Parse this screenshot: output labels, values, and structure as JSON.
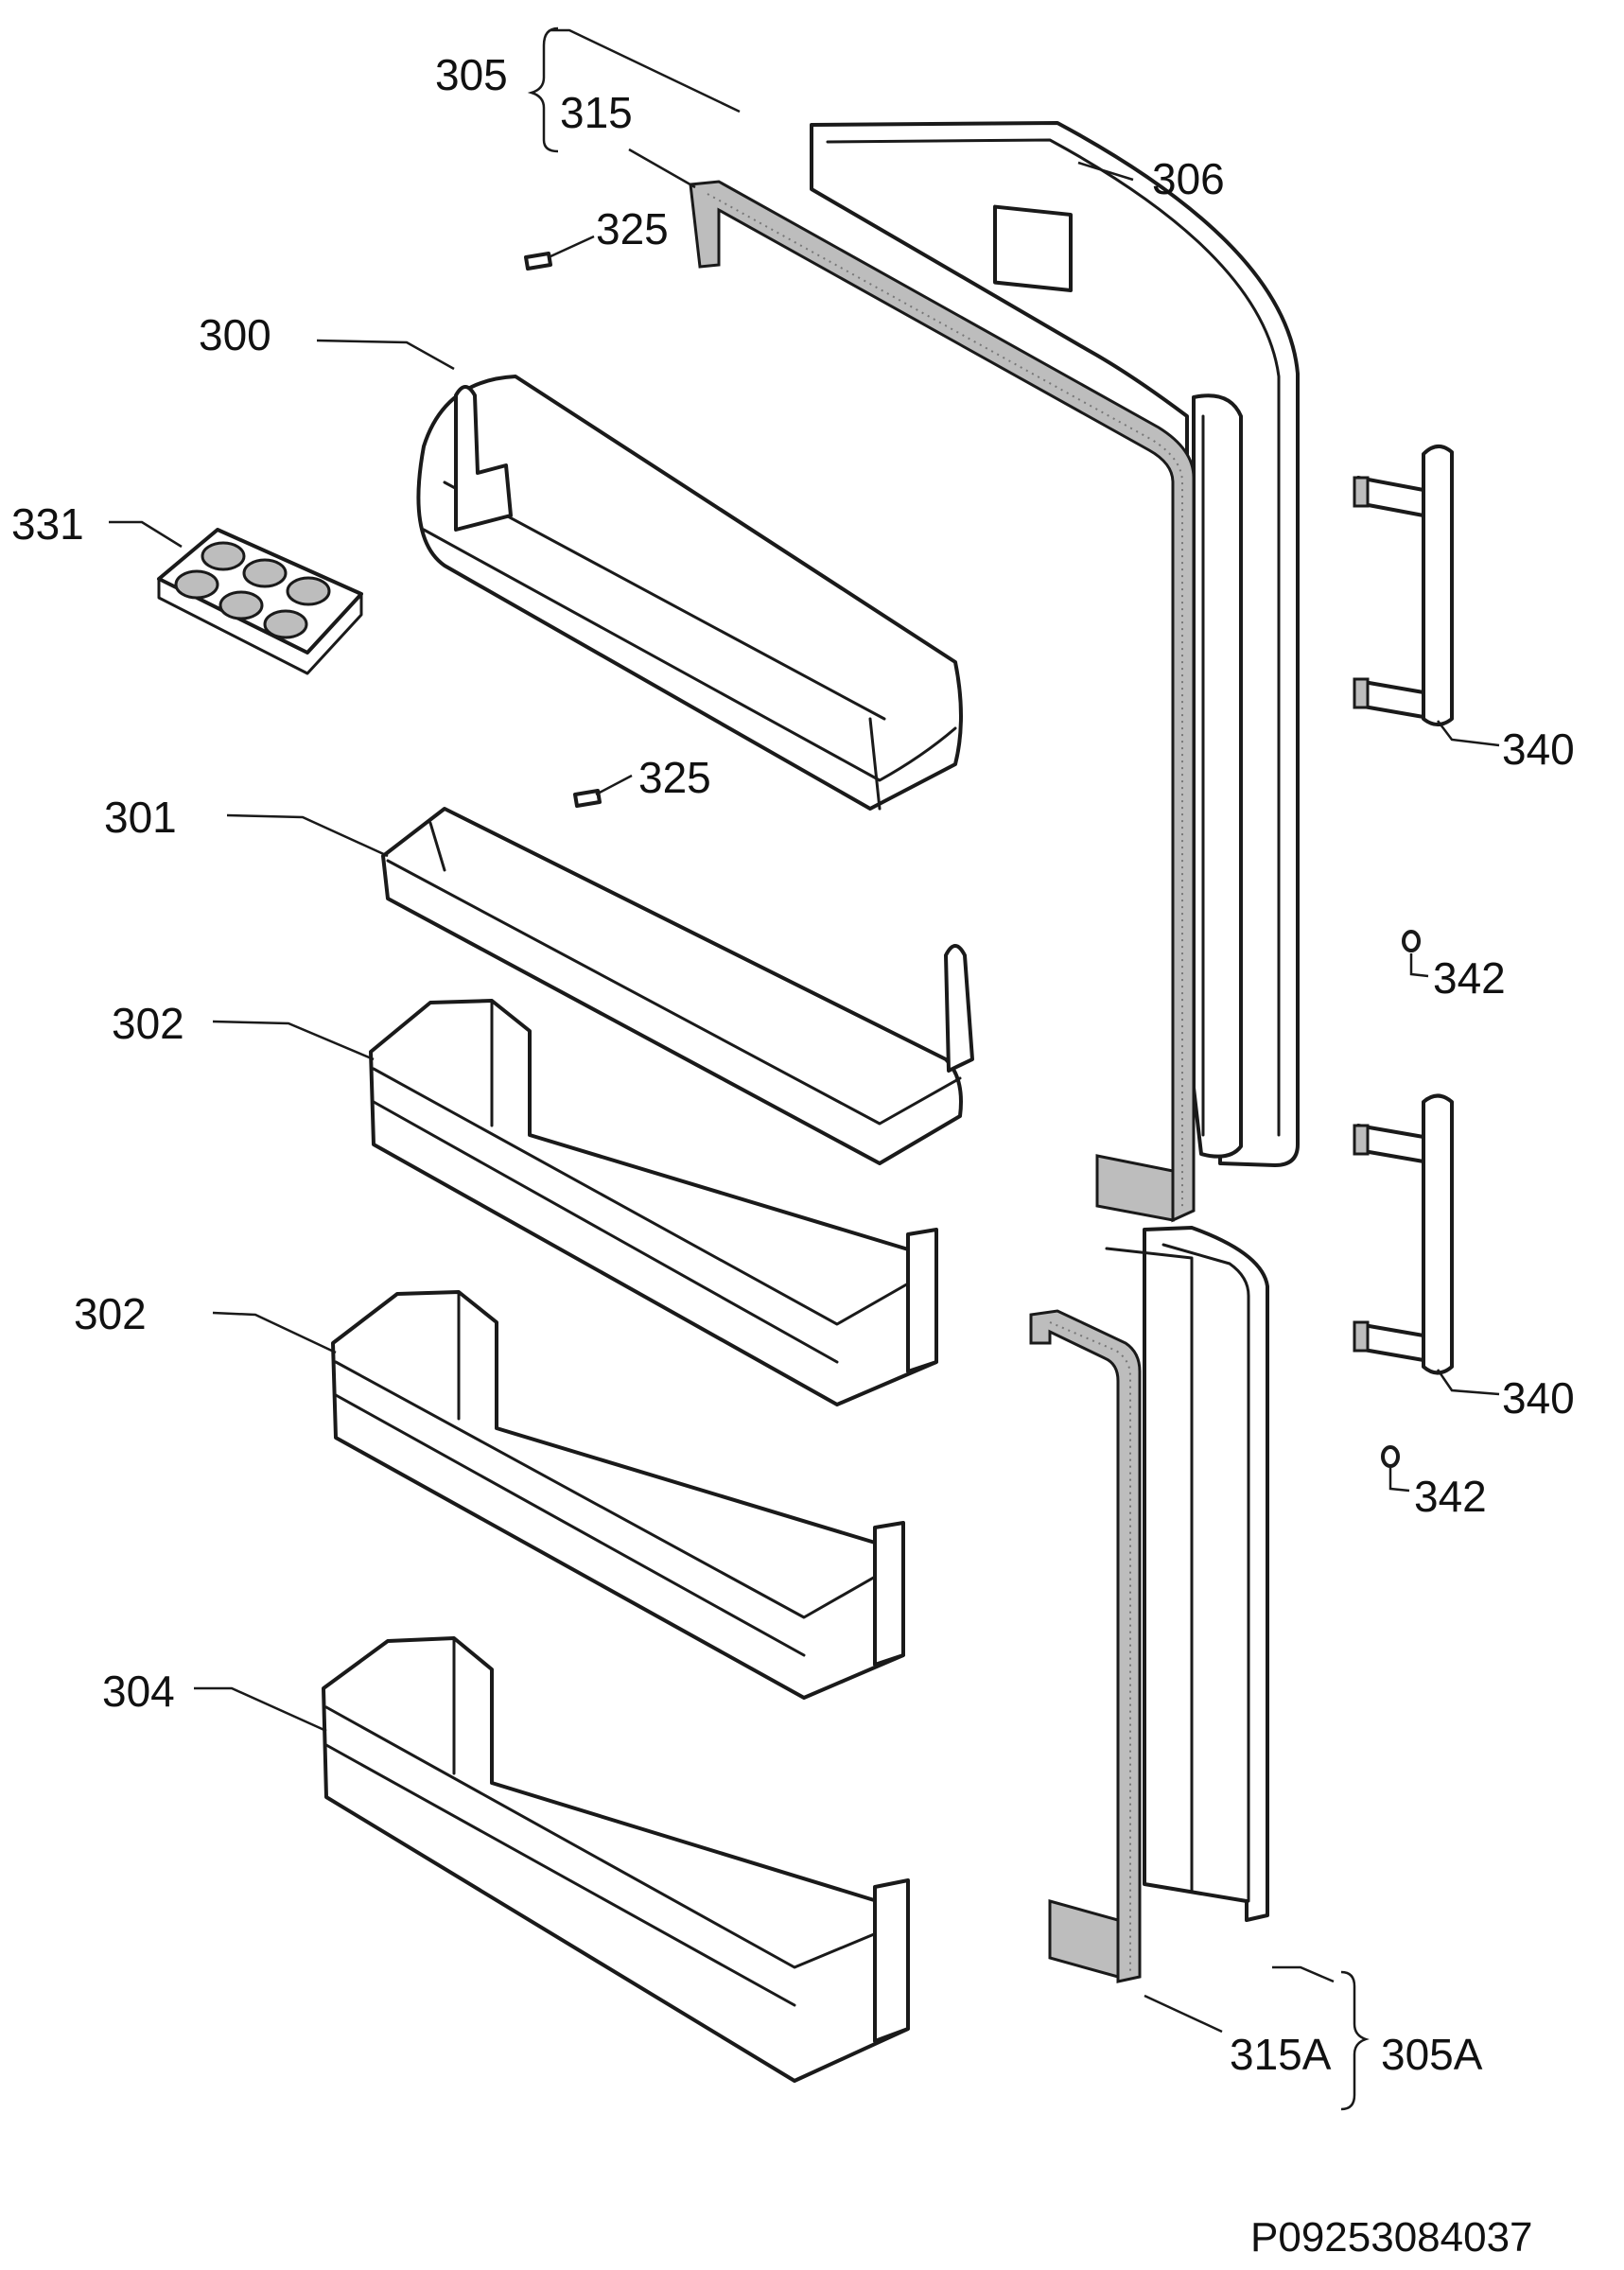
{
  "diagram": {
    "labels": {
      "l305": "305",
      "l315": "315",
      "l306": "306",
      "l325a": "325",
      "l300": "300",
      "l331": "331",
      "l325b": "325",
      "l301": "301",
      "l340a": "340",
      "l342a": "342",
      "l302a": "302",
      "l302b": "302",
      "l340b": "340",
      "l342b": "342",
      "l304": "304",
      "l315A": "315A",
      "l305A": "305A"
    },
    "drawing_code": "P09253084037"
  }
}
